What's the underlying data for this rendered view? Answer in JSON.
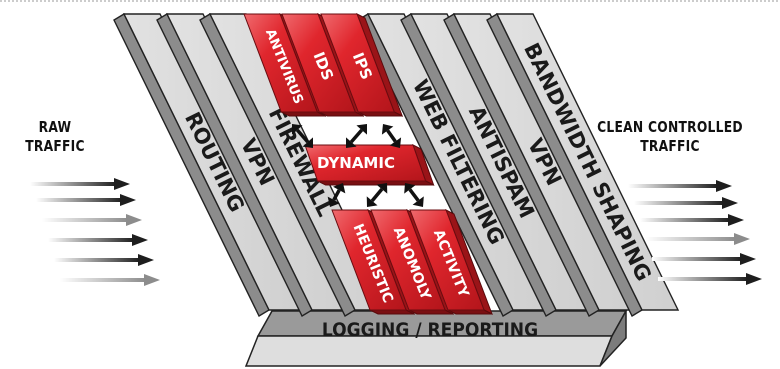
{
  "left_label": [
    "RAW",
    "TRAFFIC"
  ],
  "right_label": [
    "CLEAN CONTROLLED",
    "TRAFFIC"
  ],
  "columns": [
    "ROUTING",
    "VPN",
    "FIREWALL",
    "WEB FILTERING",
    "ANTISPAM",
    "VPN",
    "BANDWIDTH SHAPING"
  ],
  "top_engines": [
    "ANTIVIRUS",
    "IDS",
    "IPS"
  ],
  "middle_engine": "DYNAMIC",
  "bottom_engines": [
    "HEURISTIC",
    "ANOMOLY",
    "ACTIVITY"
  ],
  "base": "LOGGING / REPORTING",
  "colors": {
    "bar_face": "#d8d8d8",
    "bar_side": "#8c8c8c",
    "bar_edge": "#222222",
    "engine_red": "#d8222a",
    "engine_dark": "#9a1418",
    "arrow_dark": "#222222",
    "arrow_light": "#9a9a9a"
  }
}
